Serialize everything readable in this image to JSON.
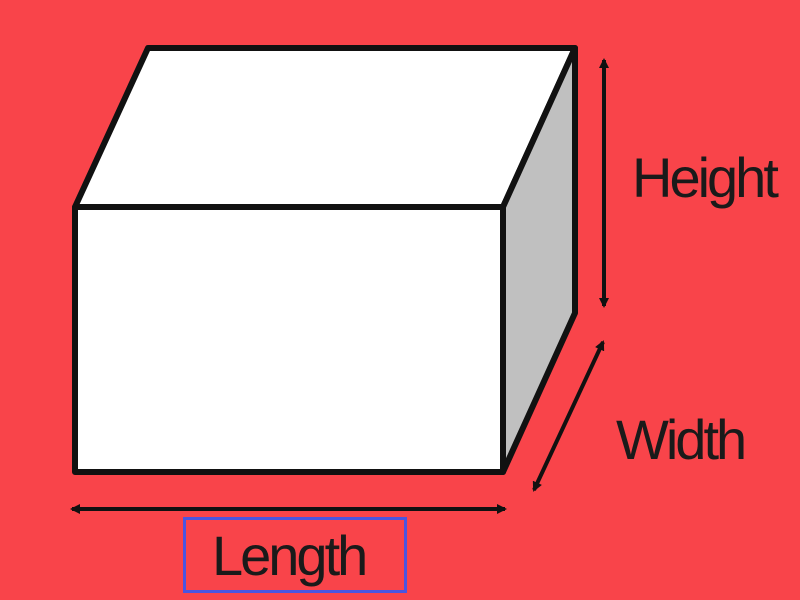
{
  "labels": {
    "height": "Height",
    "width": "Width",
    "length": "Length"
  },
  "colors": {
    "background": "#f9444a",
    "box_face": "#ffffff",
    "box_side": "#c0c0c0",
    "outline": "#111111",
    "highlight": "#4a55e0"
  },
  "icons": {
    "height_arrow": "double-headed-vertical-arrow",
    "width_arrow": "double-headed-diagonal-arrow",
    "length_arrow": "double-headed-horizontal-arrow"
  }
}
